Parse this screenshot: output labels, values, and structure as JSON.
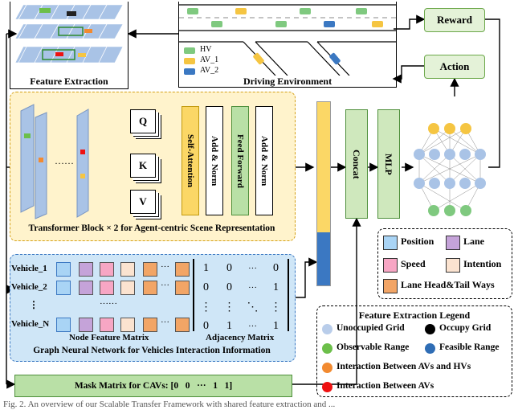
{
  "feature_extraction": {
    "label": "Feature Extraction"
  },
  "driving_env": {
    "label": "Driving Environment",
    "legend": [
      {
        "label": "HV",
        "color": "#7fc97f"
      },
      {
        "label": "AV_1",
        "color": "#f5c542"
      },
      {
        "label": "AV_2",
        "color": "#3b78c2"
      }
    ]
  },
  "rl": {
    "reward": "Reward",
    "action": "Action"
  },
  "transformer": {
    "q": "Q",
    "k": "K",
    "v": "V",
    "self_attention": "Self-Attention",
    "add_norm_1": "Add & Norm",
    "feed_forward": "Feed Forward",
    "add_norm_2": "Add & Norm",
    "dots": "······",
    "caption": "Transformer Block × 2 for Agent-centric Scene Representation"
  },
  "concat": "Concat",
  "mlp": "MLP",
  "gnn": {
    "vehicles": [
      "Vehicle_1",
      "Vehicle_2",
      "⋮",
      "Vehicle_N"
    ],
    "row_dots": [
      "···",
      "···",
      "······",
      "···"
    ],
    "matrix": [
      [
        "1",
        "0",
        "···",
        "0"
      ],
      [
        "0",
        "0",
        "···",
        "1"
      ],
      [
        "⋮",
        "⋮",
        "⋱",
        "⋮"
      ],
      [
        "0",
        "1",
        "···",
        "1"
      ]
    ],
    "node_feature_label": "Node Feature Matrix",
    "adjacency_label": "Adjacency Matrix",
    "caption": "Graph Neural Network for Vehicles Interaction Information"
  },
  "mask": {
    "label": "Mask Matrix for CAVs: [0   0   ···   1   1]"
  },
  "feature_legend": {
    "items": [
      {
        "label": "Position",
        "color": "#a9d4f5"
      },
      {
        "label": "Lane",
        "color": "#c5a3d9"
      },
      {
        "label": "Speed",
        "color": "#f7a6c4"
      },
      {
        "label": "Intention",
        "color": "#fbe3d0"
      },
      {
        "label": "Lane Head&Tail Ways",
        "color": "#f2a566"
      }
    ]
  },
  "extraction_legend": {
    "title": "Feature Extraction Legend",
    "items": [
      {
        "label": "Unoccupied Grid",
        "color": "#b9cdea"
      },
      {
        "label": "Occupy Grid",
        "color": "#000000"
      },
      {
        "label": "Observable Range",
        "color": "#6cbf4a"
      },
      {
        "label": "Feasible Range",
        "color": "#2f6db5"
      },
      {
        "label": "Interaction Between AVs and HVs",
        "color": "#f28a30"
      },
      {
        "label": "Interaction Between AVs",
        "color": "#ee1111"
      }
    ]
  },
  "caption_bottom": "Fig. 2.   An overview of our Scalable Transfer Framework with shared feature extraction and ..."
}
